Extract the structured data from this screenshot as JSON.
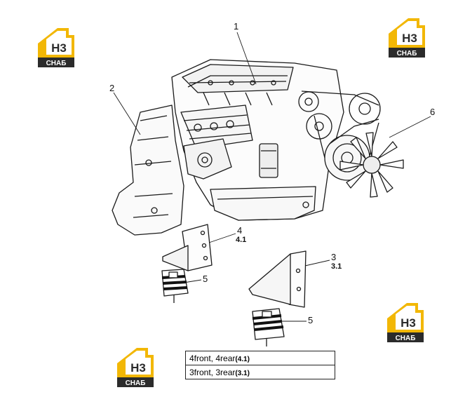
{
  "logo": {
    "top_text": "H3",
    "bottom_text": "СНАБ",
    "accent": "#f2b705",
    "dark": "#2b2b2b"
  },
  "callouts": {
    "c1": "1",
    "c2": "2",
    "c6": "6",
    "c4": "4",
    "c4_sub": "4.1",
    "c3": "3",
    "c3_sub": "3.1",
    "c5a": "5",
    "c5b": "5"
  },
  "legend": [
    {
      "main": "4front, 4rear",
      "sub": "(4.1)"
    },
    {
      "main": "3front, 3rear",
      "sub": "(3.1)"
    }
  ]
}
